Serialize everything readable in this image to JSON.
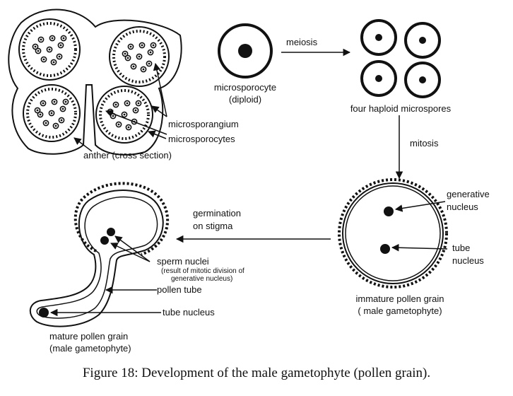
{
  "labels": {
    "meiosis": "meiosis",
    "microsporocyte": "microsporocyte",
    "diploid": "(diploid)",
    "four_haploid": "four haploid microspores",
    "microsporangium": "microsporangium",
    "microsporocytes": "microsporocytes",
    "anther": "anther (cross section)",
    "mitosis": "mitosis",
    "germination_1": "germination",
    "germination_2": "on stigma",
    "generative_1": "generative",
    "generative_2": "nucleus",
    "tube_1": "tube",
    "tube_2": "nucleus",
    "sperm": "sperm  nuclei",
    "sperm_note_1": "(result of mitotic division of",
    "sperm_note_2": "generative nucleus)",
    "pollen_tube": "pollen tube",
    "tube_nucleus": "tube nucleus",
    "immature_1": "immature pollen grain",
    "immature_2": "( male gametophyte)",
    "mature_1": "mature pollen grain",
    "mature_2": "(male gametophyte)"
  },
  "caption": "Figure 18: Development of the male gametophyte (pollen grain)."
}
